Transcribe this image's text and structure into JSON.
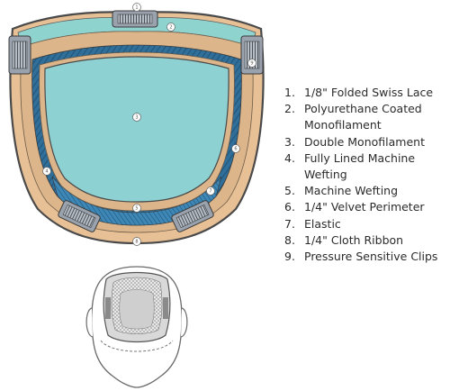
{
  "legend": [
    {
      "num": "1.",
      "text": "1/8\" Folded Swiss Lace"
    },
    {
      "num": "2.",
      "text": "Polyurethane Coated\nMonofilament"
    },
    {
      "num": "3.",
      "text": "Double Monofilament"
    },
    {
      "num": "4.",
      "text": "Fully Lined Machine\nWefting"
    },
    {
      "num": "5.",
      "text": "Machine Wefting"
    },
    {
      "num": "6.",
      "text": "1/4\" Velvet Perimeter"
    },
    {
      "num": "7.",
      "text": "Elastic"
    },
    {
      "num": "8.",
      "text": "1/4\" Cloth Ribbon"
    },
    {
      "num": "9.",
      "text": "Pressure Sensitive Clips"
    }
  ],
  "markers": [
    "1",
    "2",
    "3",
    "4",
    "5",
    "6",
    "7",
    "8",
    "9"
  ],
  "colors": {
    "lace": "#8fd3cf",
    "polyurethane": "#dcb58a",
    "monofilament": "#8ed1d2",
    "lined_wefting": "#2f6f9a",
    "machine_wefting": "#3e88b8",
    "velvet": "#e7c095",
    "outline": "#4a4a4a",
    "clip": "#9aa3ad"
  }
}
